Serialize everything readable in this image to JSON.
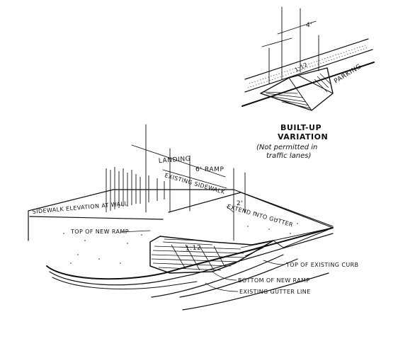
{
  "inset": {
    "dim_label": "4'",
    "ratio_label": "1:12",
    "parking_label": "PARKING",
    "title_line1": "BUILT-UP",
    "title_line2": "VARIATION",
    "note_line1": "(Not permitted in",
    "note_line2": "traffic lanes)"
  },
  "main": {
    "landing_label": "LANDING",
    "ramp_label": "6' RAMP",
    "existing_sidewalk_label": "EXISTING SIDEWALK",
    "dim_2_label": "2'",
    "extend_label": "EXTEND INTO GUTTER",
    "sidewalk_elevation_label": "SIDEWALK ELEVATION AT WALL",
    "top_new_ramp_label": "TOP OF NEW RAMP",
    "slope_label": "1:12",
    "top_existing_curb_label": "TOP OF EXISTING CURB",
    "bottom_new_ramp_label": "BOTTOM OF NEW RAMP",
    "existing_gutter_label": "EXISTING GUTTER LINE"
  }
}
